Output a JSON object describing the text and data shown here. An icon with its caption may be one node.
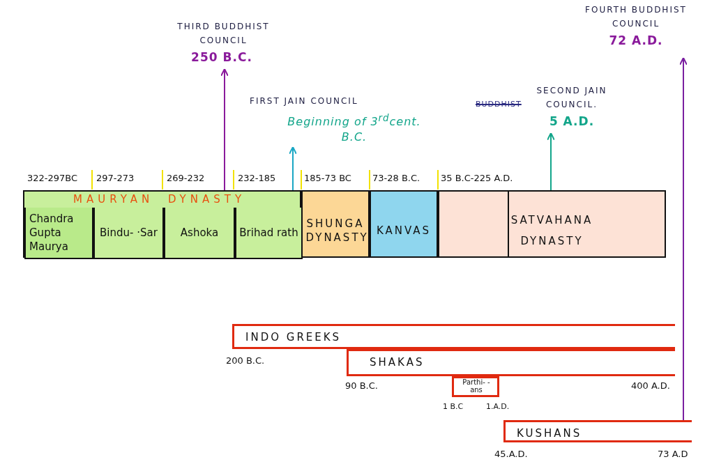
{
  "diagram": {
    "nodes": [
      {
        "text": [
          "THIRD BUDDHIST COUNCIL",
          "250 B.C."
        ]
      },
      {
        "text": [
          "FIRST JAIN COUNCIL",
          "Beginning of 3$^{rd}$cent. B.C."
        ]
      },
      {
        "text": [
          "SECOND JAIN COUNCIL.",
          "5 A.D."
        ]
      },
      {
        "text": [
          "FOURTH BUDDHIST COUNCIL",
          "72 A.D."
        ]
      },
      {
        "text": [
          "MAURYAN DYNASTY"
        ]
      },
      {
        "text": [
          "Chandra Gupta Maurya"
        ],
        "beside": [
          "322-297BC"
        ],
        "in": 4
      },
      {
        "text": [
          "Bindu- ·Sar"
        ],
        "beside": [
          "297-273"
        ],
        "in": 4
      },
      {
        "text": [
          "Ashoka"
        ],
        "beside": [
          "269-232"
        ],
        "in": 4
      },
      {
        "text": [
          "Brihad rath"
        ],
        "beside": [
          "232-185"
        ],
        "in": 4
      },
      {
        "text": [
          "SHUNGA DYNASTY"
        ],
        "beside": [
          "185-73 BC"
        ]
      },
      {
        "text": [
          "KANVAS"
        ],
        "beside": [
          "73-28 B.C."
        ]
      },
      {
        "text": [
          "SATVAHANA DYNASTY"
        ],
        "beside": [
          "35 B.C-225 A.D."
        ]
      },
      {
        "text": [
          "INDO GREEKS"
        ],
        "beside": [
          "200 B.C."
        ]
      },
      {
        "text": [
          "SHAKAS"
        ],
        "beside": [
          "90 B.C.",
          "400 A.D."
        ]
      },
      {
        "text": [
          "Parthi- -ans"
        ],
        "beside": [
          "1 B.C",
          "1.A.D."
        ]
      },
      {
        "text": [
          "KUSHANS"
        ],
        "beside": [
          "45.A.D.",
          "73 A.D"
        ]
      }
    ],
    "edges": [
      {
        "from": 7,
        "to": 0,
        "arrow": "to",
        "color": "#8a1a9b"
      },
      {
        "from": 8,
        "to": 1,
        "arrow": "to",
        "color": "#1aa7c4"
      },
      {
        "from": 11,
        "to": 2,
        "arrow": "to",
        "color": "#12a58a"
      },
      {
        "from": 15,
        "to": 3,
        "arrow": "to",
        "color": "#7a1fa0"
      }
    ],
    "labels": [
      "BUDDHIST"
    ]
  }
}
